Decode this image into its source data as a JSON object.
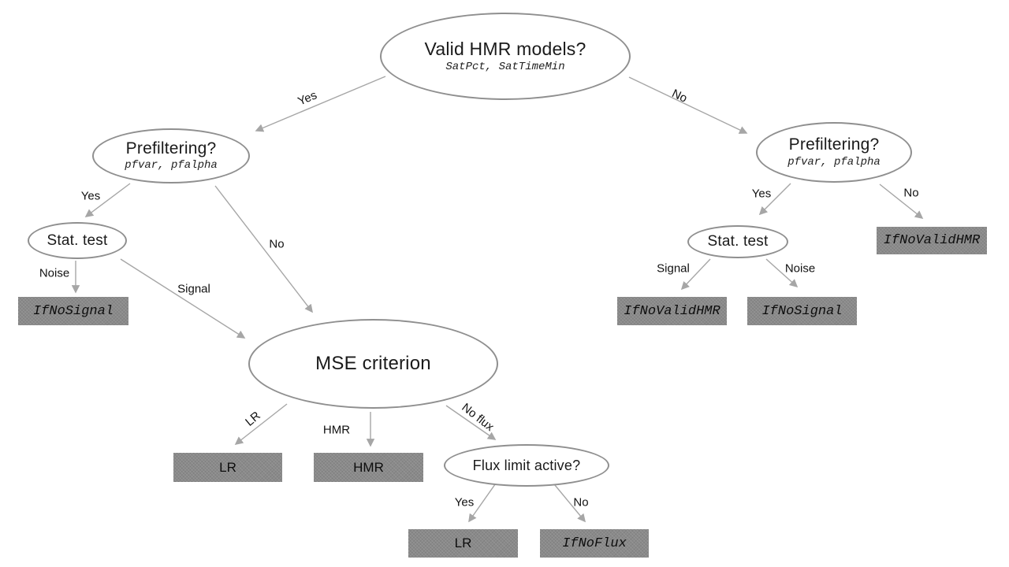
{
  "nodes": {
    "root": {
      "title": "Valid HMR models?",
      "subtitle": "SatPct, SatTimeMin"
    },
    "prefilter_left": {
      "title": "Prefiltering?",
      "subtitle": "pfvar, pfalpha"
    },
    "stat_test_left": {
      "title": "Stat. test"
    },
    "mse": {
      "title": "MSE criterion"
    },
    "flux_limit": {
      "title": "Flux limit active?"
    },
    "prefilter_right": {
      "title": "Prefiltering?",
      "subtitle": "pfvar, pfalpha"
    },
    "stat_test_right": {
      "title": "Stat. test"
    }
  },
  "boxes": {
    "ifnosignal_left": "IfNoSignal",
    "lr_mse": "LR",
    "hmr_mse": "HMR",
    "lr_flux": "LR",
    "ifnoflux": "IfNoFlux",
    "ifnovalidhmr_no": "IfNoValidHMR",
    "ifnovalidhmr_signal": "IfNoValidHMR",
    "ifnosignal_right": "IfNoSignal"
  },
  "edge_labels": {
    "root_yes": "Yes",
    "root_no": "No",
    "prefl_yes": "Yes",
    "prefl_no": "No",
    "statl_noise": "Noise",
    "statl_signal": "Signal",
    "mse_lr": "LR",
    "mse_hmr": "HMR",
    "mse_noflux": "No flux",
    "flux_yes": "Yes",
    "flux_no": "No",
    "prefr_yes": "Yes",
    "prefr_no": "No",
    "statr_signal": "Signal",
    "statr_noise": "Noise"
  },
  "colors": {
    "background": "#ffffff",
    "ellipse_stroke": "#8f8f8f",
    "box_fill": "#8a8a8a",
    "arrow": "#a6a6a6",
    "text": "#141414"
  }
}
